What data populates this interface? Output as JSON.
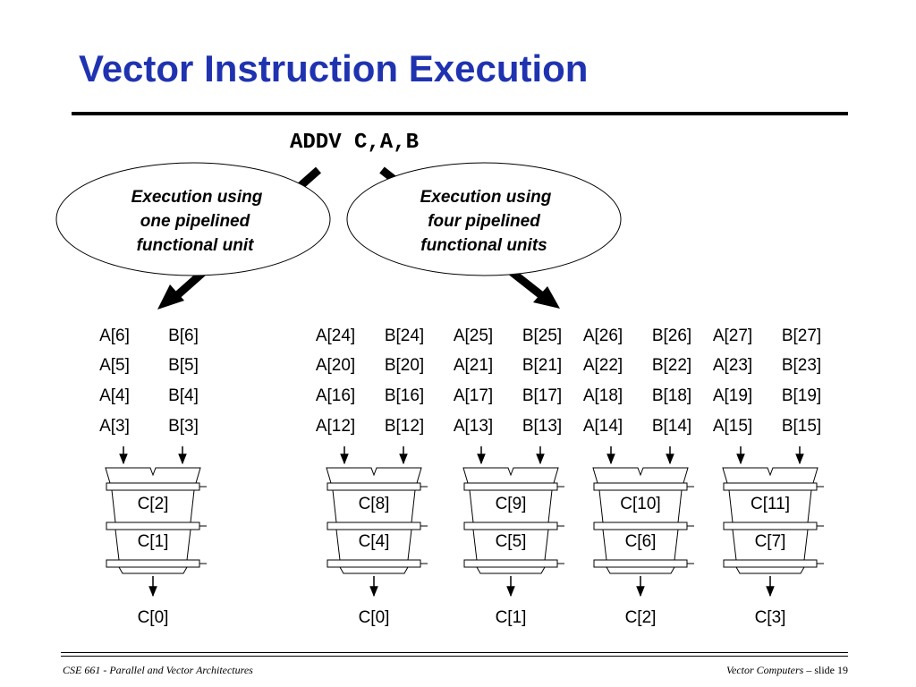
{
  "slide": {
    "title": "Vector Instruction Execution",
    "instruction": "ADDV C,A,B",
    "colors": {
      "title": "#1f33b0",
      "text": "#000000",
      "ellipse_fill": "#ffffff"
    }
  },
  "callouts": {
    "one_unit": [
      "Execution using",
      "one pipelined",
      "functional unit"
    ],
    "four_units": [
      "Execution using",
      "four pipelined",
      "functional units"
    ]
  },
  "single_unit": {
    "operands": [
      [
        "A[6]",
        "B[6]"
      ],
      [
        "A[5]",
        "B[5]"
      ],
      [
        "A[4]",
        "B[4]"
      ],
      [
        "A[3]",
        "B[3]"
      ]
    ],
    "stages": [
      "C[2]",
      "C[1]"
    ],
    "output": "C[0]"
  },
  "multi_unit": {
    "lanes": [
      {
        "operands": [
          [
            "A[24]",
            "B[24]"
          ],
          [
            "A[20]",
            "B[20]"
          ],
          [
            "A[16]",
            "B[16]"
          ],
          [
            "A[12]",
            "B[12]"
          ]
        ],
        "stages": [
          "C[8]",
          "C[4]"
        ],
        "output": "C[0]"
      },
      {
        "operands": [
          [
            "A[25]",
            "B[25]"
          ],
          [
            "A[21]",
            "B[21]"
          ],
          [
            "A[17]",
            "B[17]"
          ],
          [
            "A[13]",
            "B[13]"
          ]
        ],
        "stages": [
          "C[9]",
          "C[5]"
        ],
        "output": "C[1]"
      },
      {
        "operands": [
          [
            "A[26]",
            "B[26]"
          ],
          [
            "A[22]",
            "B[22]"
          ],
          [
            "A[18]",
            "B[18]"
          ],
          [
            "A[14]",
            "B[14]"
          ]
        ],
        "stages": [
          "C[10]",
          "C[6]"
        ],
        "output": "C[2]"
      },
      {
        "operands": [
          [
            "A[27]",
            "B[27]"
          ],
          [
            "A[23]",
            "B[23]"
          ],
          [
            "A[19]",
            "B[19]"
          ],
          [
            "A[15]",
            "B[15]"
          ]
        ],
        "stages": [
          "C[11]",
          "C[7]"
        ],
        "output": "C[3]"
      }
    ]
  },
  "footer": {
    "left": "CSE 661 - Parallel and Vector Architectures",
    "right_italic": "Vector Computers",
    "right_plain": " – slide 19"
  }
}
